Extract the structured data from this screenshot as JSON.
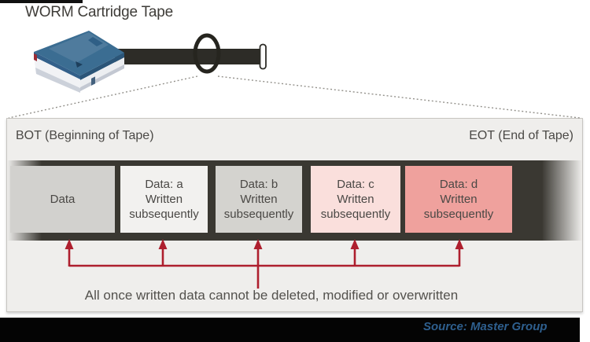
{
  "title": "WORM Cartridge Tape",
  "illustration": {
    "cartridge_icon": "lto-tape-cartridge",
    "tape_icon": "tape-ribbon",
    "ring_icon": "tape-loop-ring",
    "guide_lines": "dotted-zoom-guides"
  },
  "detail_box": {
    "bot_label": "BOT (Beginning of Tape)",
    "eot_label": "EOT (End of Tape)",
    "blocks": [
      {
        "name": "initial-data",
        "lines": [
          "Data"
        ],
        "color": "#d2d1ce"
      },
      {
        "name": "data-a",
        "lines": [
          "Data: a",
          "Written",
          "subsequently"
        ],
        "color": "#f2f1ef"
      },
      {
        "name": "data-b",
        "lines": [
          "Data: b",
          "Written",
          "subsequently"
        ],
        "color": "#d4d3cf"
      },
      {
        "name": "data-c",
        "lines": [
          "Data: c",
          "Written",
          "subsequently"
        ],
        "color": "#fadfdc"
      },
      {
        "name": "data-d",
        "lines": [
          "Data: d",
          "Written",
          "subsequently"
        ],
        "color": "#efa19d"
      }
    ],
    "caption": "All once written data cannot be deleted, modified or overwritten"
  },
  "footer": {
    "source_text": "Source: Master Group"
  },
  "colors": {
    "accent_red": "#ae1f2e",
    "tape_dark": "#3a3832",
    "panel_bg": "#efeeec",
    "cartridge_blue": "#3b6d92",
    "source_blue": "#2e5f8e",
    "footer_bar": "#040404"
  }
}
